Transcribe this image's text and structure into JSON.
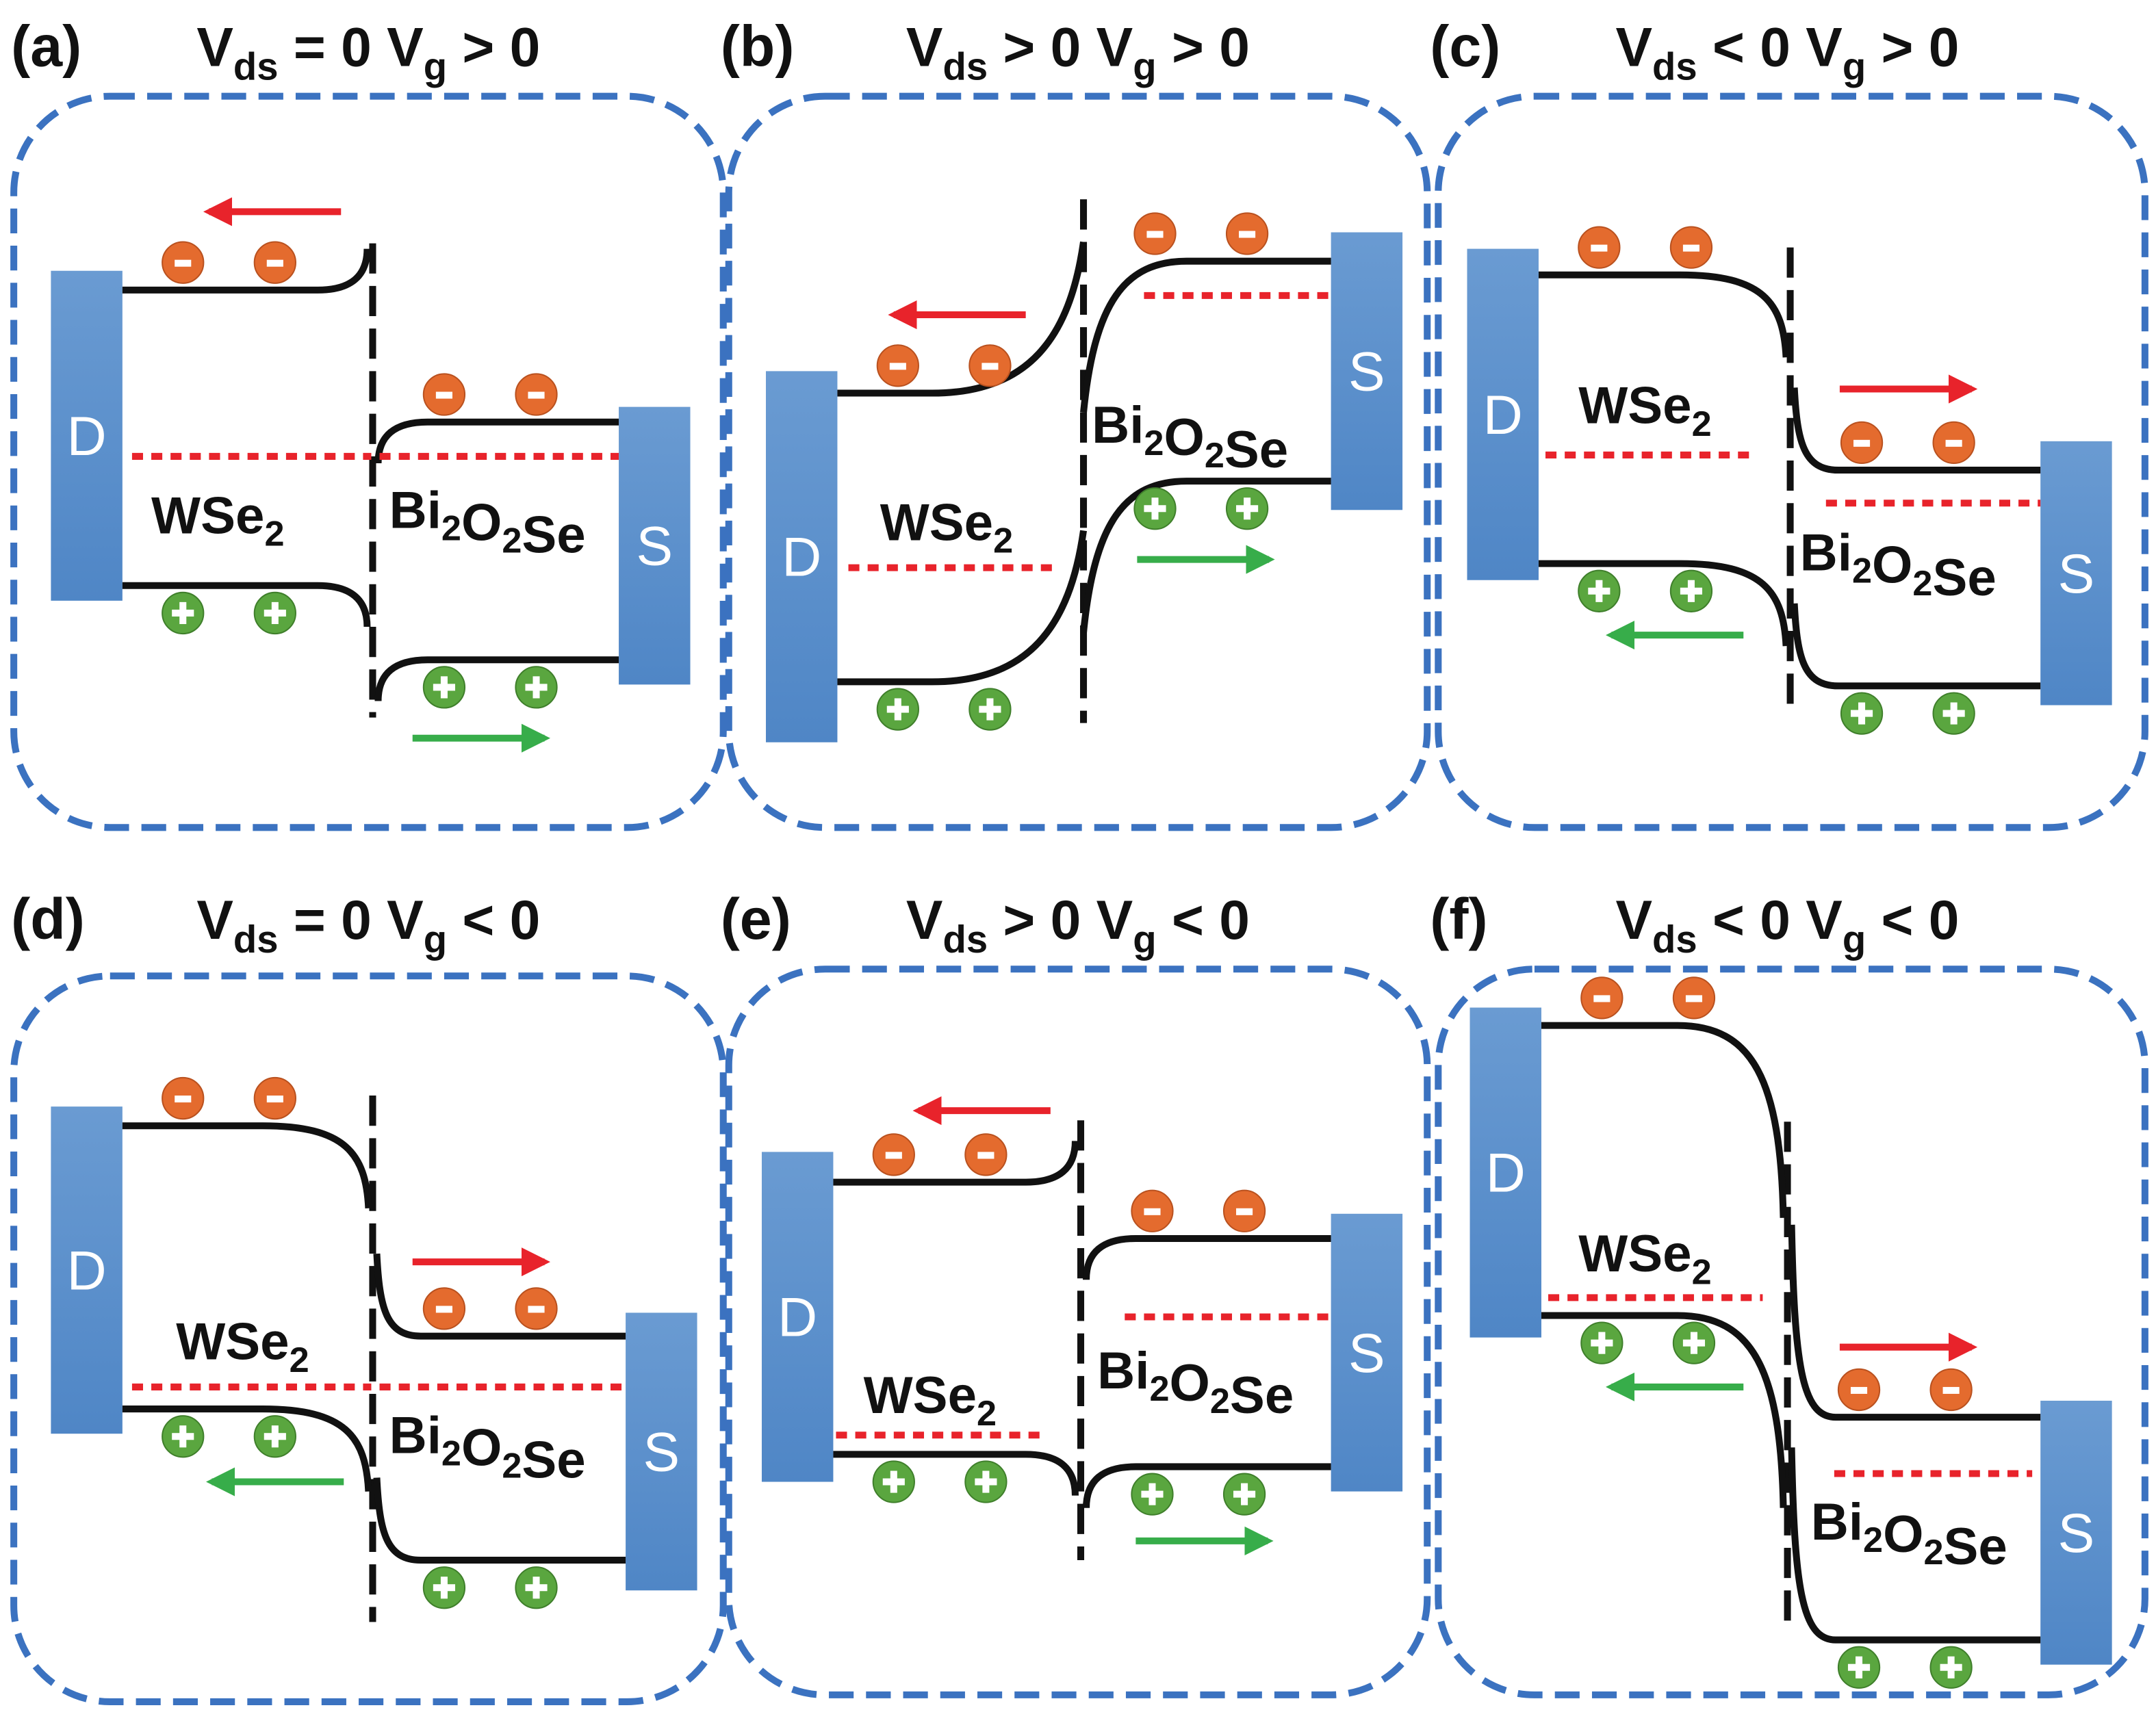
{
  "figure": {
    "colors": {
      "frame": "#3b72c0",
      "electrode": "#4f86c6",
      "electrode_light": "#6a9bd2",
      "band": "#111111",
      "fermi": "#e8232b",
      "electron": "#e46b2e",
      "hole": "#5aa63f",
      "electron_arrow": "#e8232b",
      "hole_arrow": "#37ad4a"
    },
    "materials": {
      "left": "WSe2",
      "right": "Bi2O2Se"
    },
    "electrodes": {
      "drain": "D",
      "source": "S"
    },
    "carriers": {
      "electron_symbol": "-",
      "hole_symbol": "+"
    },
    "panels": [
      {
        "id": "a",
        "tag": "(a)",
        "vds_relation": "= 0",
        "vg_relation": "> 0",
        "title_text": "Vds = 0 Vg > 0",
        "electron_flow": "left",
        "hole_flow": "right",
        "band_alignment": "WSe2 higher, Bi2O2Se lower (type-II, equilibrium)"
      },
      {
        "id": "b",
        "tag": "(b)",
        "vds_relation": "> 0",
        "vg_relation": "> 0",
        "title_text": "Vds > 0 Vg > 0",
        "electron_flow": "left",
        "hole_flow": "right",
        "band_alignment": "Bi2O2Se raised above WSe2"
      },
      {
        "id": "c",
        "tag": "(c)",
        "vds_relation": "< 0",
        "vg_relation": "> 0",
        "title_text": "Vds < 0 Vg > 0",
        "electron_flow": "right",
        "hole_flow": "left",
        "band_alignment": "WSe2 raised above Bi2O2Se"
      },
      {
        "id": "d",
        "tag": "(d)",
        "vds_relation": "= 0",
        "vg_relation": "< 0",
        "title_text": "Vds = 0 Vg < 0",
        "electron_flow": "right",
        "hole_flow": "left",
        "band_alignment": "WSe2 higher, Bi2O2Se lower (equilibrium)"
      },
      {
        "id": "e",
        "tag": "(e)",
        "vds_relation": "> 0",
        "vg_relation": "< 0",
        "title_text": "Vds > 0 Vg < 0",
        "electron_flow": "left",
        "hole_flow": "right",
        "band_alignment": "Bi2O2Se slightly raised"
      },
      {
        "id": "f",
        "tag": "(f)",
        "vds_relation": "< 0",
        "vg_relation": "< 0",
        "title_text": "Vds < 0 Vg < 0",
        "electron_flow": "right",
        "hole_flow": "left",
        "band_alignment": "WSe2 strongly raised above Bi2O2Se"
      }
    ]
  }
}
